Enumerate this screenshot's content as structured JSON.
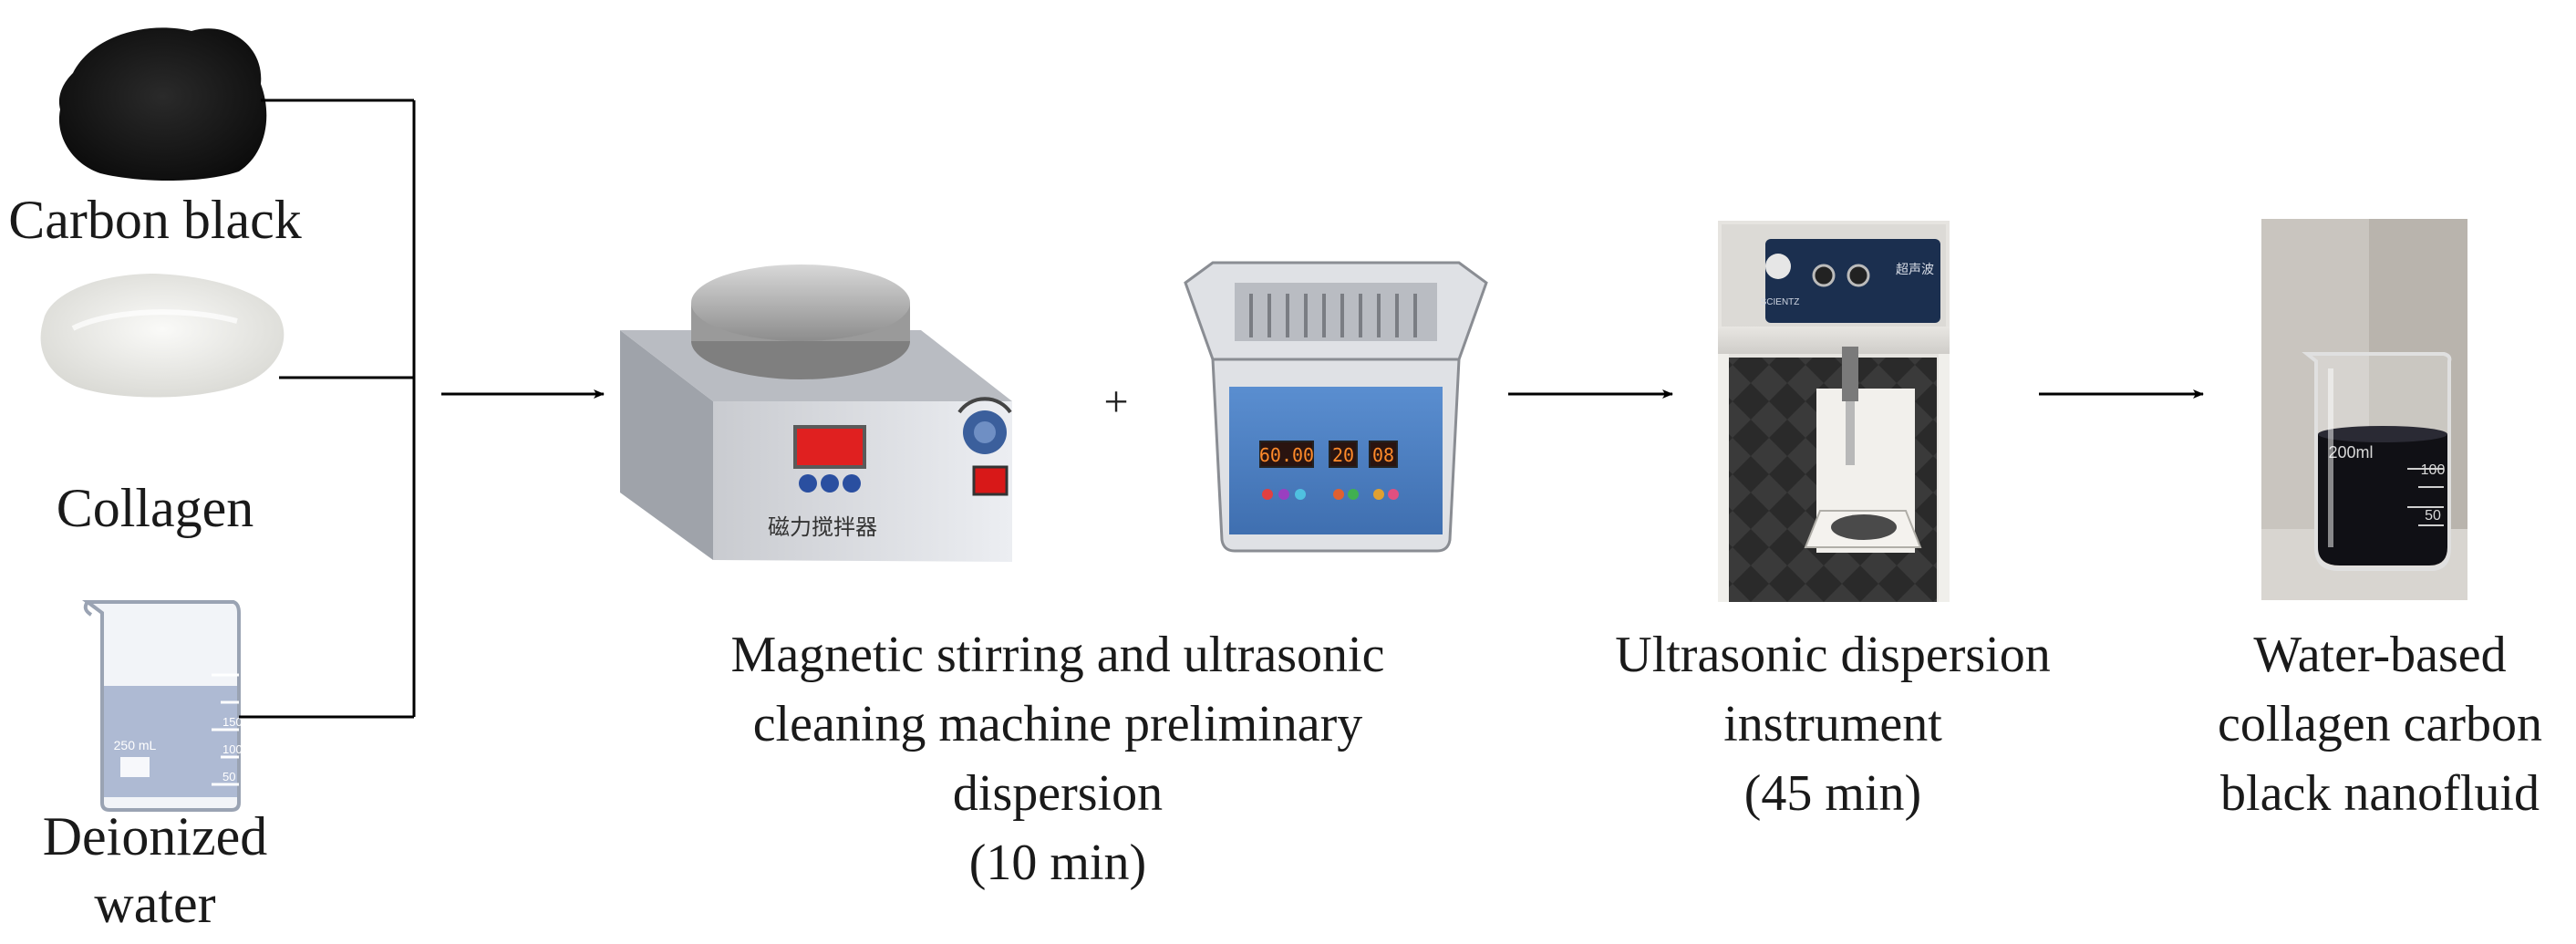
{
  "inputs": {
    "carbon_black": "Carbon black",
    "collagen": "Collagen",
    "water_line1": "Deionized",
    "water_line2": "water"
  },
  "plus_sign": "+",
  "stirrer": {
    "display": "",
    "label": "磁力搅拌器"
  },
  "cleaner": {
    "display": [
      "60.00",
      "20",
      "08"
    ]
  },
  "sonicator": {
    "brand": "SCIENTZ",
    "model_label": "超声波"
  },
  "beakers": {
    "water_capacity": "250 mL",
    "water_ticks": [
      "150",
      "100",
      "50"
    ],
    "product_capacity": "200ml",
    "product_ticks": [
      "100",
      "50"
    ]
  },
  "steps": {
    "step1_line1": "Magnetic stirring and ultrasonic",
    "step1_line2": "cleaning machine preliminary",
    "step1_line3": "dispersion",
    "step1_time": "(10 min)",
    "step2_line1": "Ultrasonic dispersion",
    "step2_line2": "instrument",
    "step2_time": "(45 min)",
    "step3_line1": "Water-based",
    "step3_line2": "collagen carbon",
    "step3_line3": "black nanofluid"
  },
  "colors": {
    "carbon": "#141414",
    "collagen": "#efefec",
    "water": "#7d8fb8",
    "device_panel": "#4a7ec0",
    "display_red": "#e02020",
    "nanofluid": "#101015",
    "arrow": "#000000"
  }
}
